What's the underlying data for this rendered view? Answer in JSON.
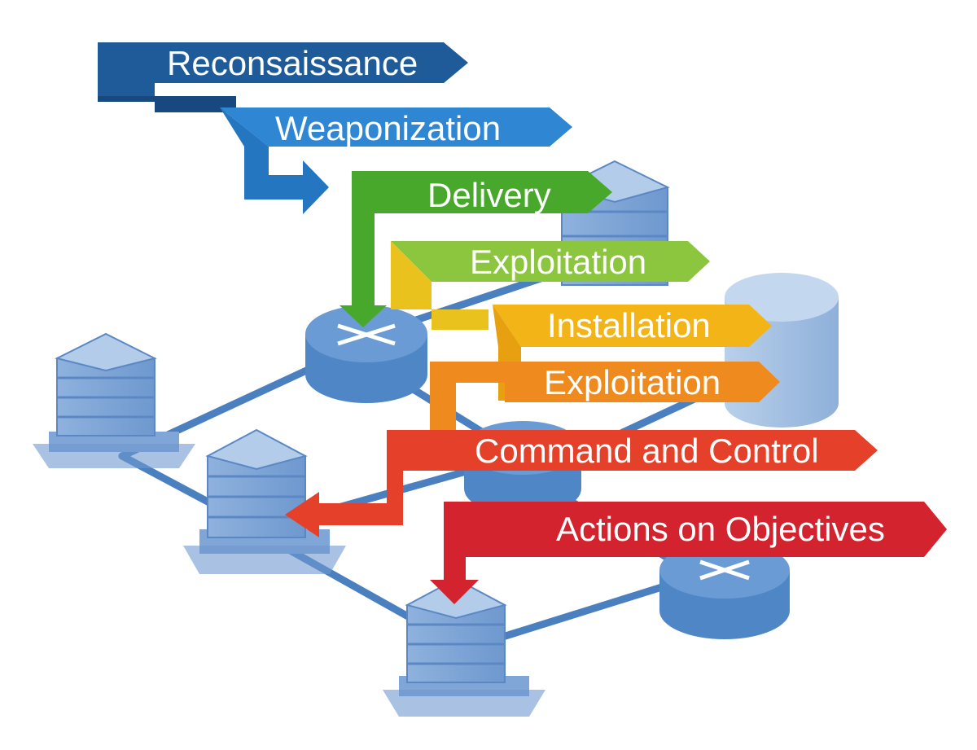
{
  "stages": [
    {
      "label": "Reconsaissance",
      "color": "#1f5a99"
    },
    {
      "label": "Weaponization",
      "color": "#2f86d2"
    },
    {
      "label": "Delivery",
      "color": "#47a82c"
    },
    {
      "label": "Exploitation",
      "color": "#8cc63f"
    },
    {
      "label": "Installation",
      "color": "#f2b416"
    },
    {
      "label": "Exploitation",
      "color": "#ee8a1e"
    },
    {
      "label": "Command and Control",
      "color": "#e5412a"
    },
    {
      "label": "Actions on Objectives",
      "color": "#d2232e"
    }
  ],
  "colors": {
    "node_top": "#b3cce9",
    "node_side": "#7fa6d6",
    "node_edge": "#5b88c4",
    "router": "#4f86c6",
    "router_top": "#6b9bd4",
    "database": "#a9c3e3",
    "link": "#4a7fc0"
  },
  "icons": [
    "server-stack-icon",
    "router-icon",
    "database-icon"
  ]
}
